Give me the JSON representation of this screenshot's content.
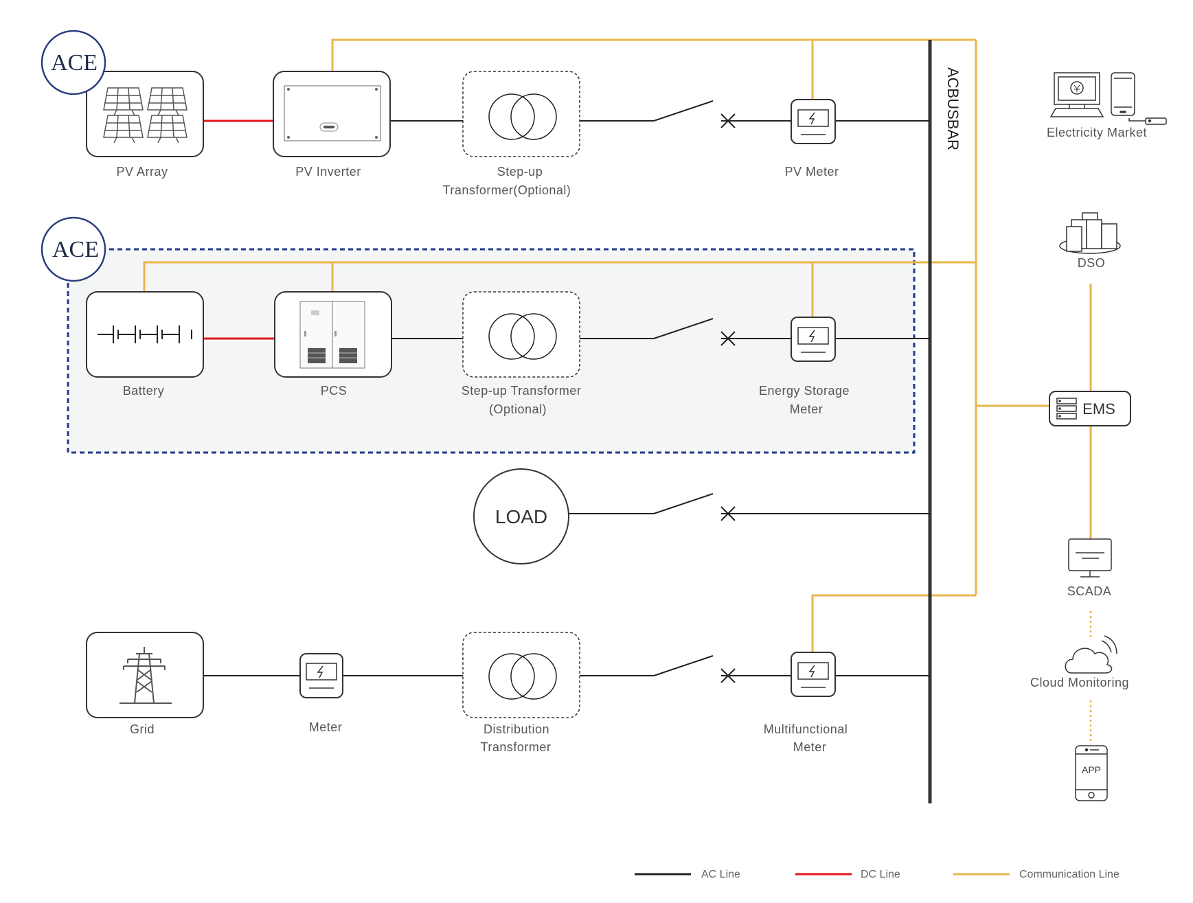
{
  "colors": {
    "ac_line": "#222222",
    "dc_line": "#e3141b",
    "comm_line": "#eab54a",
    "ace_ring": "#2a3f7e",
    "storage_border": "#223a8a",
    "storage_fill": "#f4f6f6"
  },
  "logos": {
    "pv_logo": "ACE",
    "storage_logo": "ACE"
  },
  "busbar": {
    "label": "ACBUSBAR"
  },
  "pv_row": {
    "pv_array": "PV Array",
    "pv_inverter": "PV Inverter",
    "transformer_line1": "Step-up",
    "transformer_line2": "Transformer(Optional)",
    "meter": "PV Meter"
  },
  "storage_row": {
    "battery": "Battery",
    "pcs": "PCS",
    "transformer_line1": "Step-up Transformer",
    "transformer_line2": "(Optional)",
    "meter_line1": "Energy Storage",
    "meter_line2": "Meter"
  },
  "load_row": {
    "load": "LOAD"
  },
  "grid_row": {
    "grid": "Grid",
    "meter": "Meter",
    "transformer_line1": "Distribution",
    "transformer_line2": "Transformer",
    "meter2_line1": "Multifunctional",
    "meter2_line2": "Meter"
  },
  "right_column": {
    "electricity_market": "Electricity Market",
    "dso": "DSO",
    "ems": "EMS",
    "scada": "SCADA",
    "cloud_monitoring": "Cloud Monitoring",
    "app": "APP"
  },
  "legend": {
    "ac_line": "AC Line",
    "dc_line": "DC Line",
    "comm_line": "Communication Line"
  }
}
